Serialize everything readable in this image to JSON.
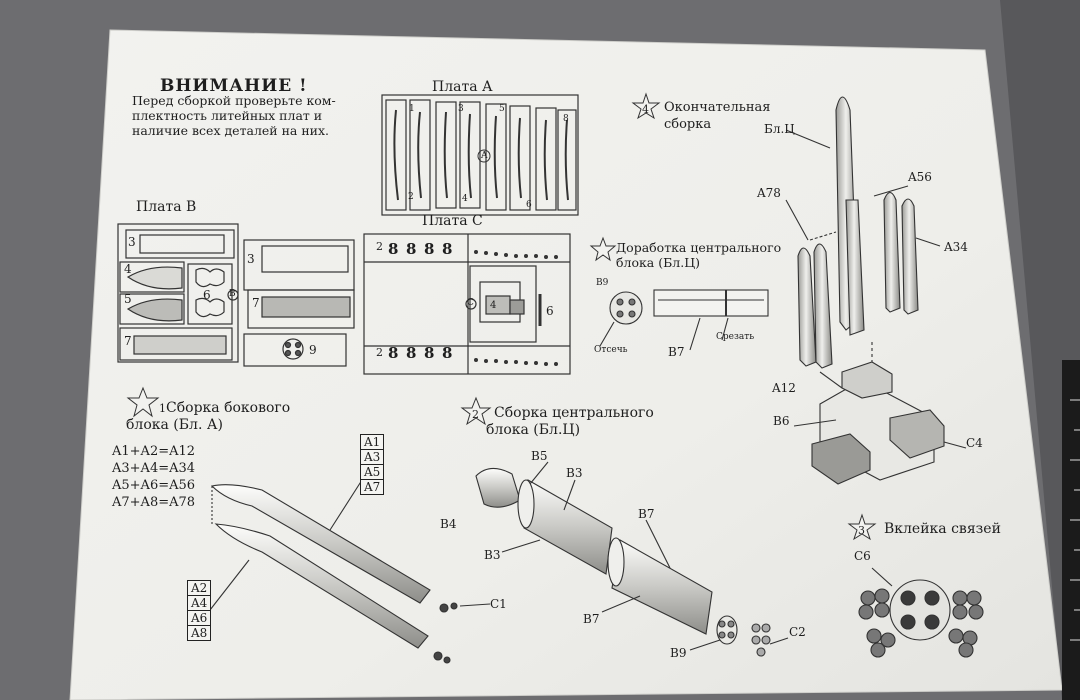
{
  "warning": {
    "title": "ВНИМАНИЕ !",
    "lines": [
      "Перед сборкой проверьте ком-",
      "плектность литейных плат и",
      "наличие всех деталей на них."
    ]
  },
  "plates": {
    "a": "Плата А",
    "b": "Плата В",
    "c": "Плата С"
  },
  "steps": {
    "s1": {
      "num": "1",
      "line1": "Сборка бокового",
      "line2": "блока (Бл. А)"
    },
    "s2": {
      "num": "2",
      "line1": "Сборка центрального",
      "line2": "блока (Бл.Ц)"
    },
    "s3": {
      "num": "3",
      "line1": "Вклейка связей"
    },
    "s4": {
      "num": "4",
      "line1": "Окончательная",
      "line2": "сборка"
    },
    "s5": {
      "line1": "Доработка центрального",
      "line2": "блока (Бл.Ц)"
    }
  },
  "formulas": [
    "A1+A2=A12",
    "A3+A4=A34",
    "A5+A6=A56",
    "A7+A8=A78"
  ],
  "left_parts_top": [
    "A1",
    "A3",
    "A5",
    "A7"
  ],
  "left_parts_bottom": [
    "A2",
    "A4",
    "A6",
    "A8"
  ],
  "labels": {
    "c1": "C1",
    "c2": "C2",
    "c4": "C4",
    "c6": "C6",
    "b3": "B3",
    "b4": "B4",
    "b5": "B5",
    "b6": "B6",
    "b7": "B7",
    "b9": "B9",
    "a12": "A12",
    "a34": "A34",
    "a56": "A56",
    "a78": "A78",
    "blc": "Бл.Ц",
    "otsech": "Отсечь",
    "srezat": "Срезать"
  },
  "plate_numbers": {
    "b": [
      "3",
      "3",
      "4",
      "5",
      "6",
      "7",
      "7",
      "9",
      "B"
    ],
    "c": [
      "2",
      "8",
      "8",
      "8",
      "8",
      "2",
      "8",
      "8",
      "8",
      "8",
      "4",
      "6",
      "C"
    ],
    "a": [
      "1",
      "2",
      "3",
      "4",
      "5",
      "6",
      "8",
      "A"
    ]
  }
}
